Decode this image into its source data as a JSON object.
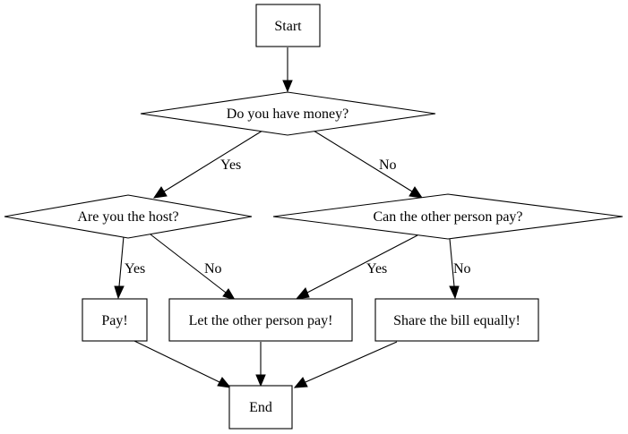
{
  "flowchart": {
    "nodes": {
      "start": "Start",
      "have_money": "Do you have money?",
      "host": "Are you the host?",
      "other_pay": "Can the other person pay?",
      "pay": "Pay!",
      "let_other": "Let the other person pay!",
      "share": "Share the bill equally!",
      "end": "End"
    },
    "edges": {
      "money_yes": "Yes",
      "money_no": "No",
      "host_yes": "Yes",
      "host_no": "No",
      "other_yes": "Yes",
      "other_no": "No"
    }
  }
}
